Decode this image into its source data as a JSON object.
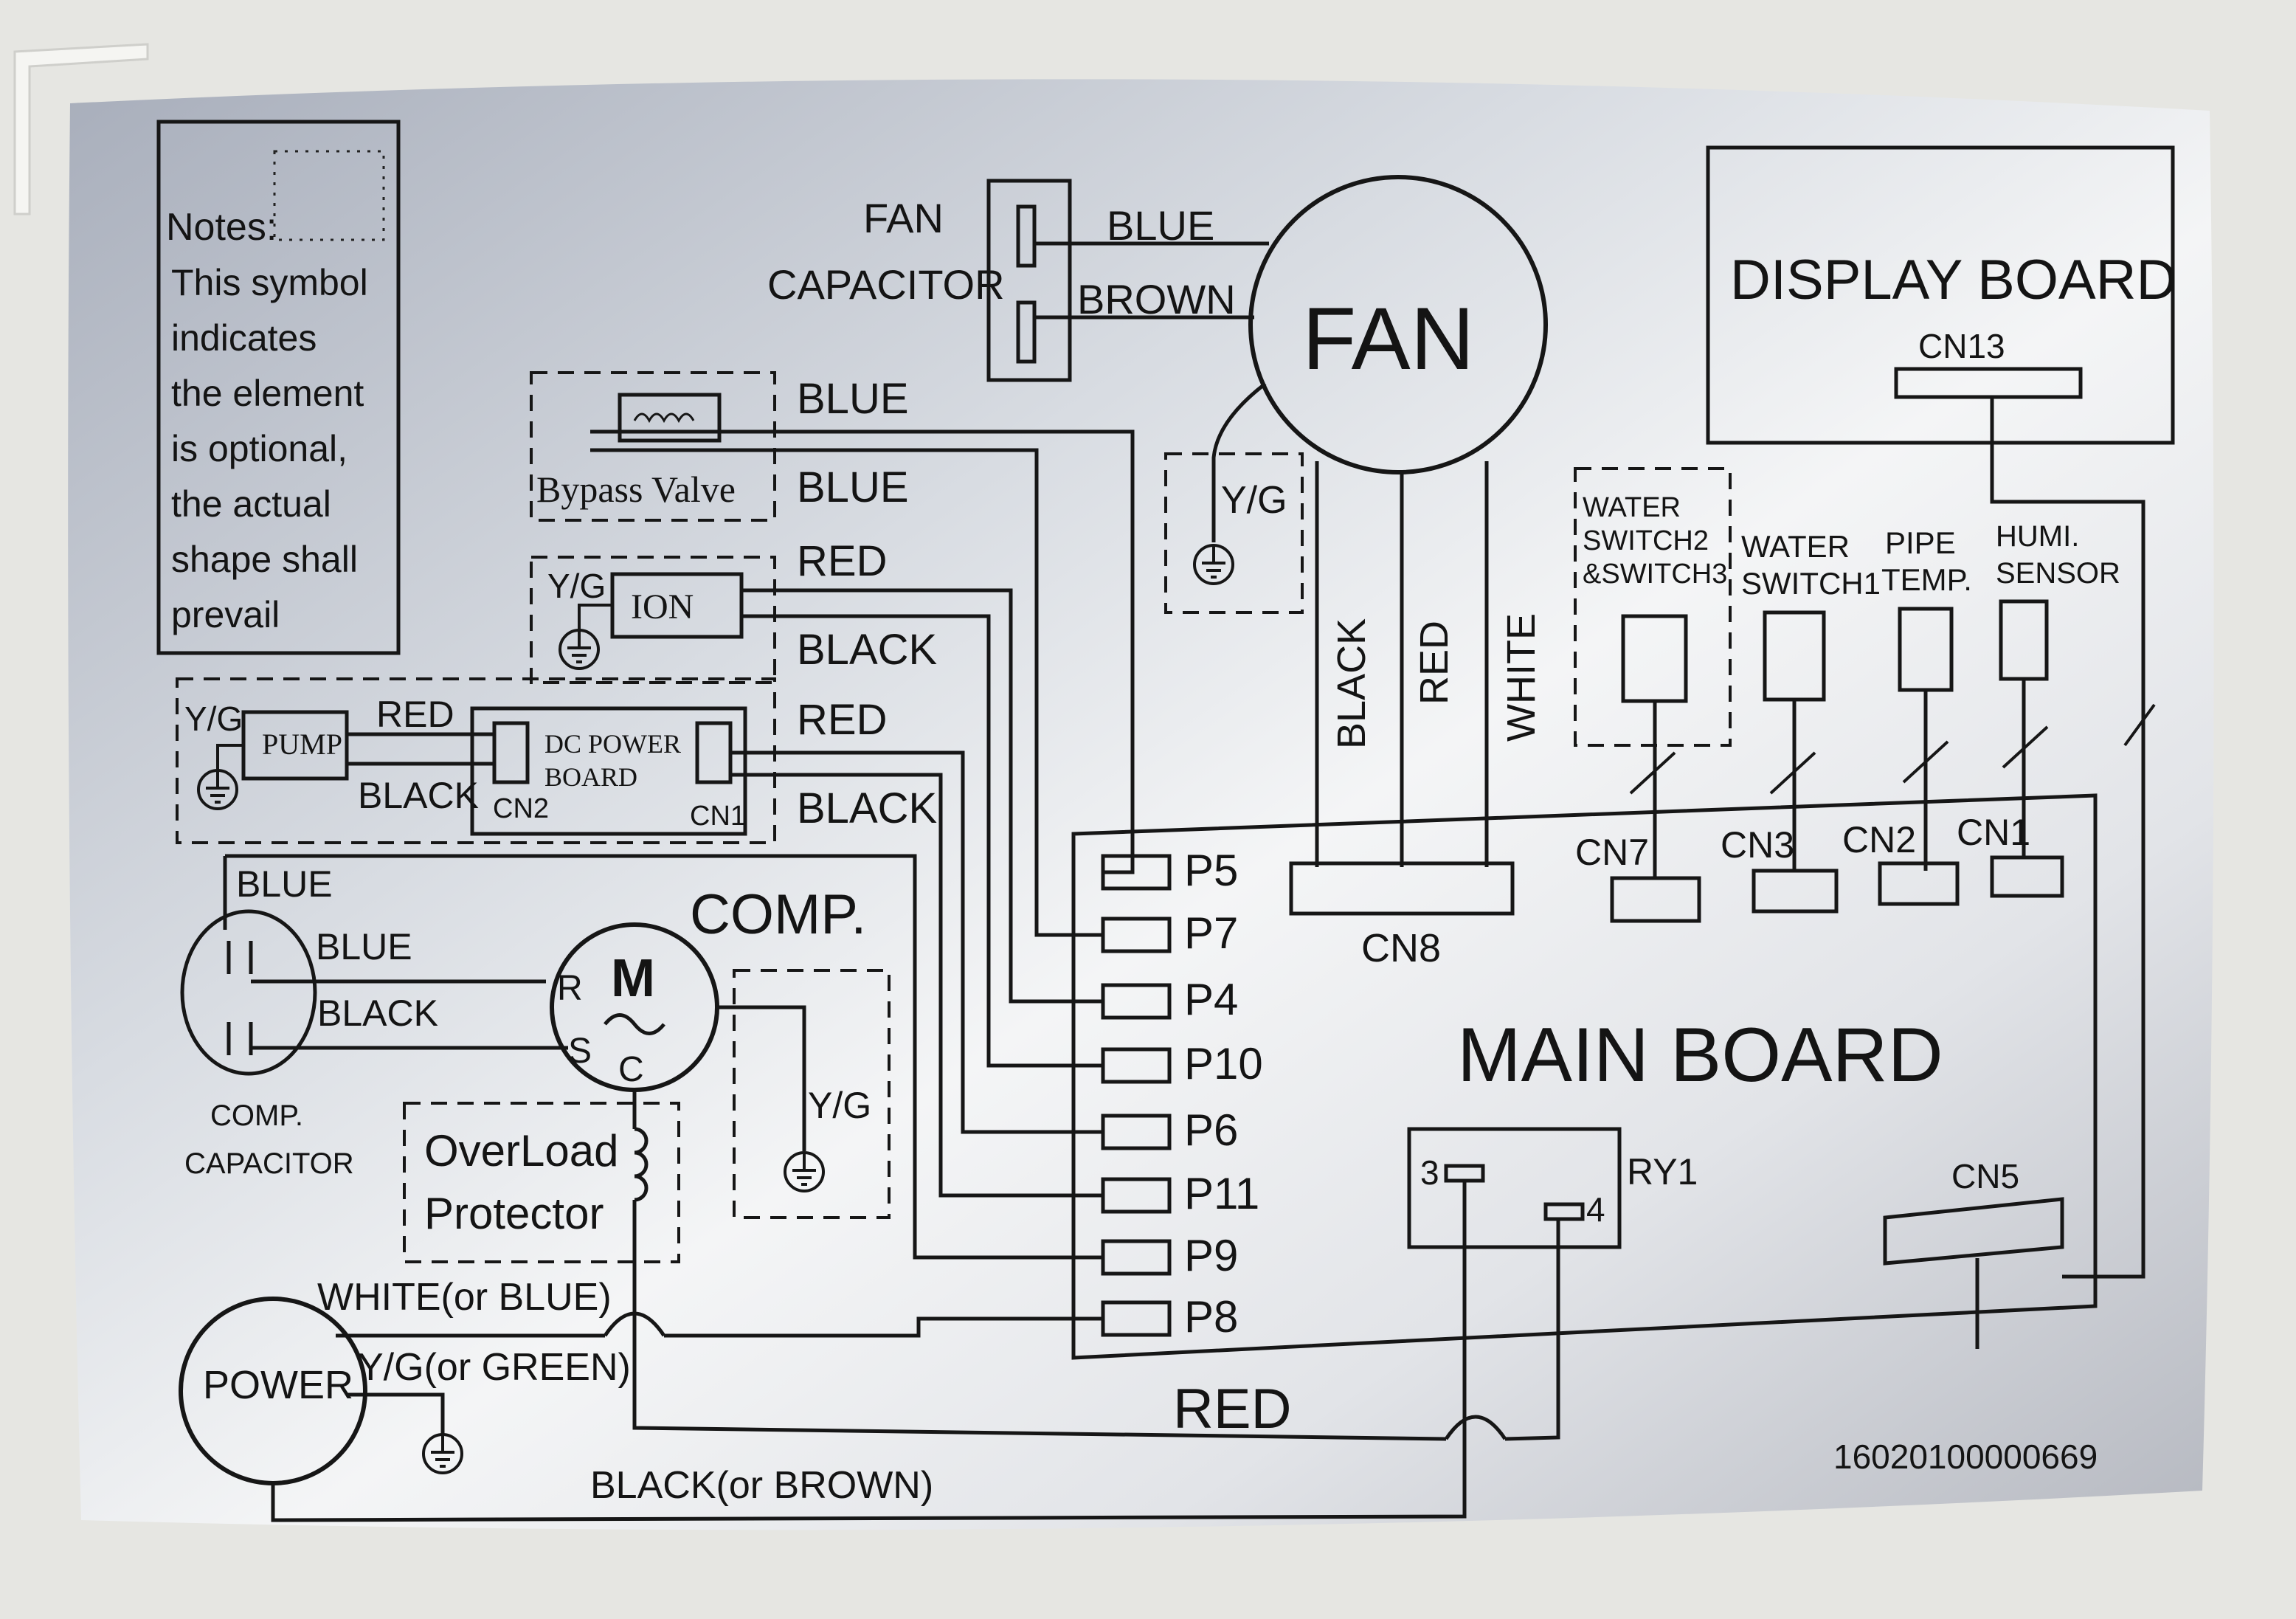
{
  "notes": {
    "heading": "Notes:",
    "lines": [
      "This symbol",
      "indicates",
      "the element",
      "is optional,",
      "the actual",
      "shape shall",
      "prevail"
    ]
  },
  "fan": {
    "label": "FAN",
    "capacitor_line1": "FAN",
    "capacitor_line2": "CAPACITOR",
    "wire_blue": "BLUE",
    "wire_brown": "BROWN",
    "ground": "Y/G",
    "out_black": "BLACK",
    "out_red": "RED",
    "out_white": "WHITE"
  },
  "display_board": {
    "title": "DISPLAY BOARD",
    "connector": "CN13"
  },
  "bypass_valve": {
    "label": "Bypass Valve",
    "wire1": "BLUE",
    "wire2": "BLUE"
  },
  "ion": {
    "label": "ION",
    "ground": "Y/G",
    "wire1": "RED",
    "wire2": "BLACK"
  },
  "pump": {
    "label": "PUMP",
    "ground": "Y/G",
    "wire_red": "RED",
    "wire_black": "BLACK",
    "dc_board_line1": "DC POWER",
    "dc_board_line2": "BOARD",
    "cn2": "CN2",
    "cn1": "CN1",
    "out_red": "RED",
    "out_black": "BLACK"
  },
  "sensors": {
    "water_switch23_line1": "WATER",
    "water_switch23_line2": "SWITCH2",
    "water_switch23_line3": "&SWITCH3",
    "water_switch1_line1": "WATER",
    "water_switch1_line2": "SWITCH1",
    "pipe_temp_line1": "PIPE",
    "pipe_temp_line2": "TEMP.",
    "humi_line1": "HUMI.",
    "humi_line2": "SENSOR"
  },
  "main_board": {
    "title": "MAIN BOARD",
    "ports": [
      "P5",
      "P7",
      "P4",
      "P10",
      "P6",
      "P11",
      "P9",
      "P8"
    ],
    "cn8": "CN8",
    "cn7": "CN7",
    "cn3": "CN3",
    "cn2": "CN2",
    "cn1": "CN1",
    "cn5": "CN5",
    "relay": "RY1",
    "relay_pin3": "3",
    "relay_pin4": "4"
  },
  "compressor": {
    "label": "COMP.",
    "motor": "M",
    "pin_r": "R",
    "pin_s": "S",
    "pin_c": "C",
    "wire_blue_top": "BLUE",
    "wire_blue": "BLUE",
    "wire_black": "BLACK",
    "capacitor_line1": "COMP.",
    "capacitor_line2": "CAPACITOR",
    "ground": "Y/G"
  },
  "overload": {
    "line1": "OverLoad",
    "line2": "Protector"
  },
  "power": {
    "label": "POWER",
    "wire_white": "WHITE(or BLUE)",
    "wire_yg": "Y/G(or GREEN)",
    "wire_black": "BLACK(or BROWN)",
    "wire_red": "RED"
  },
  "part_number": "16020100000669"
}
